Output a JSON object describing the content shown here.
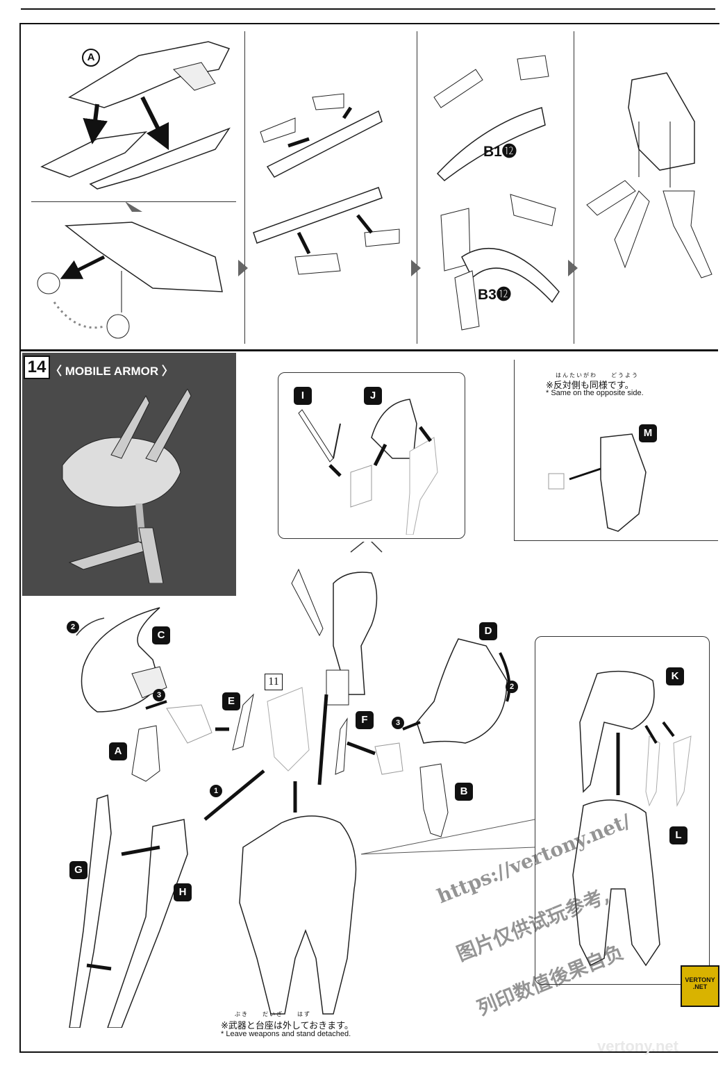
{
  "top_section": {
    "callouts": {
      "a": "A"
    },
    "part_codes": {
      "b1": "B1",
      "b1_count": "⓬",
      "b3": "B3",
      "b3_count": "⓬"
    }
  },
  "step14": {
    "number": "14",
    "title": "〈 MOBILE ARMOR 〉",
    "callouts": {
      "i": "I",
      "j": "J",
      "m": "M",
      "c": "C",
      "d": "D",
      "e": "E",
      "f": "F",
      "a": "A",
      "b": "B",
      "g": "G",
      "h": "H",
      "k": "K",
      "l": "L"
    },
    "runner_box": "11",
    "step_numbers": {
      "one": "1",
      "two_left": "2",
      "three_left": "3",
      "two_right": "2",
      "three_right": "3"
    },
    "note_opposite": {
      "ruby": "はんたいがわ　　どうよう",
      "jp": "※反対側も同様です。",
      "en": "* Same on the opposite side."
    },
    "note_weapons": {
      "ruby": "ぶき　　だいざ　　はず",
      "jp": "※武器と台座は外しておきます。",
      "en": "* Leave weapons and  stand detached."
    }
  },
  "watermark": {
    "url": "https://vertony.net/",
    "line1": "图片仅供试玩参考,",
    "line2": "列印数值後果自负",
    "logo_line1": "VERTONY",
    "logo_line2": ".NET",
    "footer": "vertony.net"
  }
}
